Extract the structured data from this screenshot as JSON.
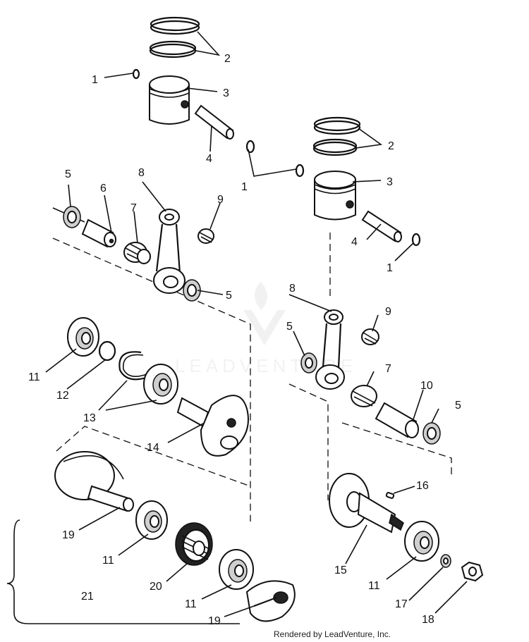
{
  "watermark": {
    "text": "LEADVENTURE"
  },
  "footer": {
    "credit": "Rendered by LeadVenture, Inc."
  },
  "callouts": {
    "c1a": "1",
    "c2a": "2",
    "c3a": "3",
    "c4a": "4",
    "c1b": "1",
    "c2b": "2",
    "c3b": "3",
    "c4b": "4",
    "c1c": "1",
    "c5a": "5",
    "c6": "6",
    "c7a": "7",
    "c8a": "8",
    "c9a": "9",
    "c5b": "5",
    "c8b": "8",
    "c9b": "9",
    "c5c": "5",
    "c7b": "7",
    "c10": "10",
    "c5d": "5",
    "c11a": "11",
    "c12": "12",
    "c13": "13",
    "c14": "14",
    "c16": "16",
    "c19a": "19",
    "c11b": "11",
    "c20": "20",
    "c11c": "11",
    "c19b": "19",
    "c21": "21",
    "c15": "15",
    "c11d": "11",
    "c17": "17",
    "c18": "18"
  }
}
